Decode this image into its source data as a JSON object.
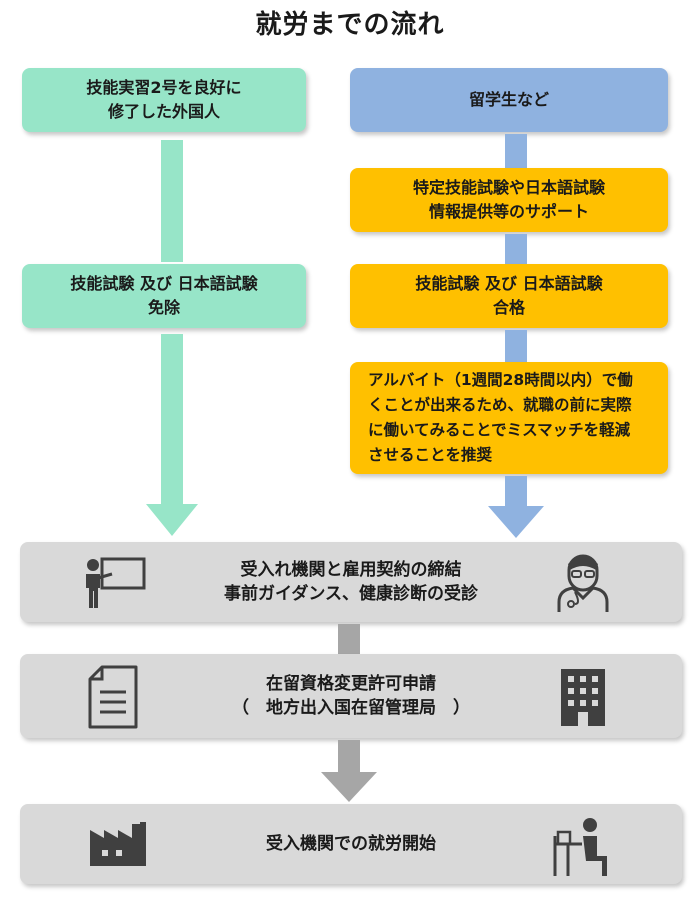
{
  "title": "就労までの流れ",
  "left_track": {
    "start": "技能実習2号を良好に\n修了した外国人",
    "exemption": "技能試験 及び 日本語試験\n免除"
  },
  "right_track": {
    "start": "留学生など",
    "support": "特定技能試験や日本語試験\n情報提供等のサポート",
    "pass": "技能試験 及び 日本語試験\n合格",
    "note": "アルバイト（1週間28時間以内）で働\nくことが出来るため、就職の前に実際\nに働いてみることでミスマッチを軽減\nさせることを推奨"
  },
  "steps": [
    {
      "text": "受入れ機関と雇用契約の締結\n事前ガイダンス、健康診断の受診",
      "left_icon": "presentation-icon",
      "right_icon": "doctor-icon"
    },
    {
      "text": "在留資格変更許可申請\n（　地方出入国在留管理局　）",
      "left_icon": "document-icon",
      "right_icon": "building-icon"
    },
    {
      "text": "受入機関での就労開始",
      "left_icon": "factory-icon",
      "right_icon": "worker-at-desk-icon"
    }
  ],
  "colors": {
    "green": "#97e5c8",
    "blue": "#8fb2e0",
    "orange": "#ffc000",
    "gray": "#d9d9d9",
    "connector_gray": "#a6a6a6",
    "icon": "#404040"
  }
}
